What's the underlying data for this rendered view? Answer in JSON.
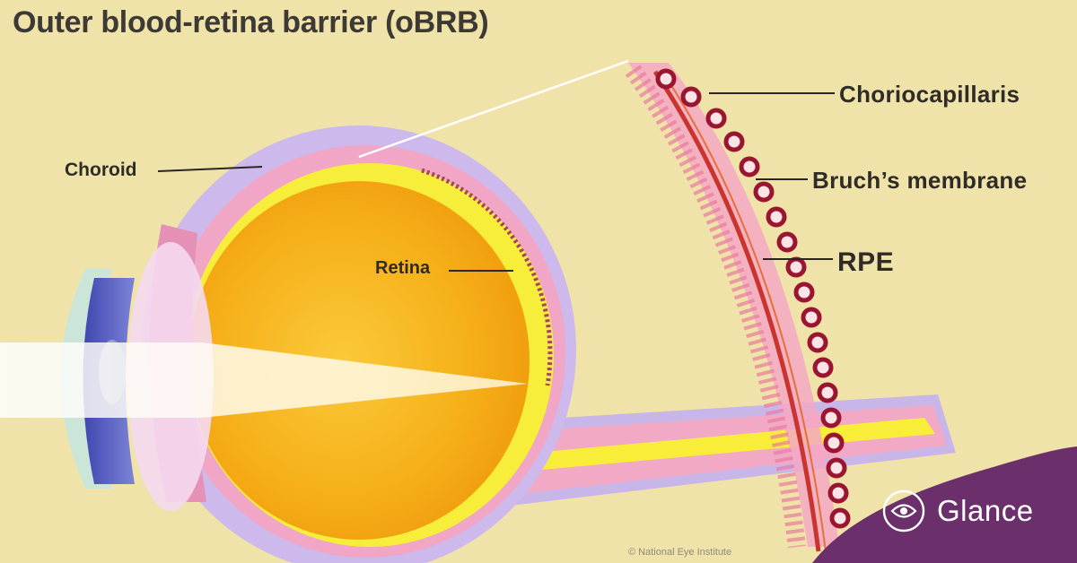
{
  "title": "Outer blood-retina barrier (oBRB)",
  "labels": {
    "choroid": "Choroid",
    "retina": "Retina",
    "choriocapillaris": "Choriocapillaris",
    "bruchs_membrane": "Bruch’s membrane",
    "rpe": "RPE"
  },
  "credit": "© National Eye Institute",
  "brand": {
    "name": "Glance",
    "logo_icon": "glance-eye-logo-icon"
  },
  "colors": {
    "background": "#efe3a9",
    "sclera": "#cdb9ec",
    "choroid": "#f0a6c4",
    "retina_band": "#f7ee3c",
    "vitreous": "#f4a812",
    "lens": "#f5d9ef",
    "iris": "#5a63c4",
    "vessel": "#a31f36",
    "brand_band": "#6b2f6b"
  }
}
